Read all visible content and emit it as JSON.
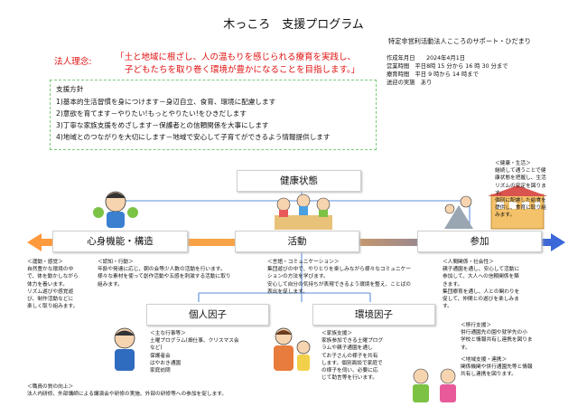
{
  "header": {
    "title": "木っころ　支援プログラム",
    "organization": "特定非営利活動法人こころのサポート・ひだまり",
    "meta": [
      "作成年月日　　2024年4月1日",
      "営業時間　平日8時 15 分から 16 時 30 分まで",
      "療育時間　平日 9 時から 14 時まで",
      "送迎の実施　あり"
    ]
  },
  "philosophy": {
    "label": "法人理念:",
    "lines": [
      "「土と地域に根ざし、人の温もりを感じられる療育を実践し、",
      "子どもたちを取り巻く環境が豊かになることを目指します。」"
    ]
  },
  "policy": {
    "heading": "支援方針",
    "items": [
      "1)基本的生活習慣を身につけます－身辺自立、食育、環境に配慮します",
      "2)意欲を育てます－やりたい!もっとやりたい!をひきだします",
      "3)丁寧な家族支援をめざします－保護者との信頼関係を大事にします",
      "4)地域とのつながりを大切にします－地域で安心して子育てができるよう情報提供します"
    ]
  },
  "boxes": {
    "health": "健康状態",
    "body": "心身機能・構造",
    "activity": "活動",
    "participation": "参加",
    "personal": "個人因子",
    "environment": "環境因子"
  },
  "notes": {
    "health": [
      "＜健康・生活＞",
      "継続して通うことで健",
      "康状態を把握し、生活",
      "リズムの安定を図りま",
      "す。",
      "個別に配慮した給食を",
      "提供し、食育に取り組",
      "みます。"
    ],
    "motor": [
      "＜運動・感覚＞",
      "自然豊かな環境の中",
      "で、体を動かしながら",
      "体力を養います。",
      "リズム遊びや感覚遊",
      "び、制作活動などに",
      "楽しく取り組みます。"
    ],
    "cognitive": [
      "＜認知・行動＞",
      "年齢や発達に応じ、朝の会等少人数の活動を行います。",
      "様々な素材を使って創作活動や五感を刺激する活動に取り",
      "組みます。"
    ],
    "language": [
      "＜言語・コミュニケーション＞",
      "集団遊びの中で、やりとりを楽しみながら様々なコミュニケー",
      "ションの方法を学びます。",
      "安心して自分の気持ちが表現できるよう環境を整え、ことばの",
      "表出を促します。"
    ],
    "social": [
      "＜人間関係・社会性＞",
      "親子通園を通し、安心して活動に",
      "参加して、大人への信頼関係を築",
      "きます。",
      "集団療育を通し、人との関わりを",
      "促して、仲間との遊びを楽しみま",
      "す。"
    ],
    "events": [
      "＜主な行事等＞",
      "土曜プログラム(畑仕事、クリスマス会",
      "など)",
      "保護者会",
      "はやおき通園",
      "家庭訪問"
    ],
    "family": [
      "＜家族支援＞",
      "家族参加できる土曜プログ",
      "ラムや親子通園を通し",
      "てお子さんの様子を共有",
      "します。個別面談で家庭で",
      "の様子を伺い、必要に応",
      "じて助言等を行います。"
    ],
    "transition": [
      "＜移行支援＞",
      "併行通園先の園や就学先の小",
      "学校と情報共有し連携を図りま",
      "す。"
    ],
    "community": [
      "＜地域支援・連携＞",
      "関係機関や併行通園先等と情報",
      "共有し連携を図ります。"
    ],
    "staff": [
      "＜職員の質の向上＞",
      "法人内研修、外部講師による講演会や研修の実施、外部の研修等への参加を促します。"
    ]
  }
}
